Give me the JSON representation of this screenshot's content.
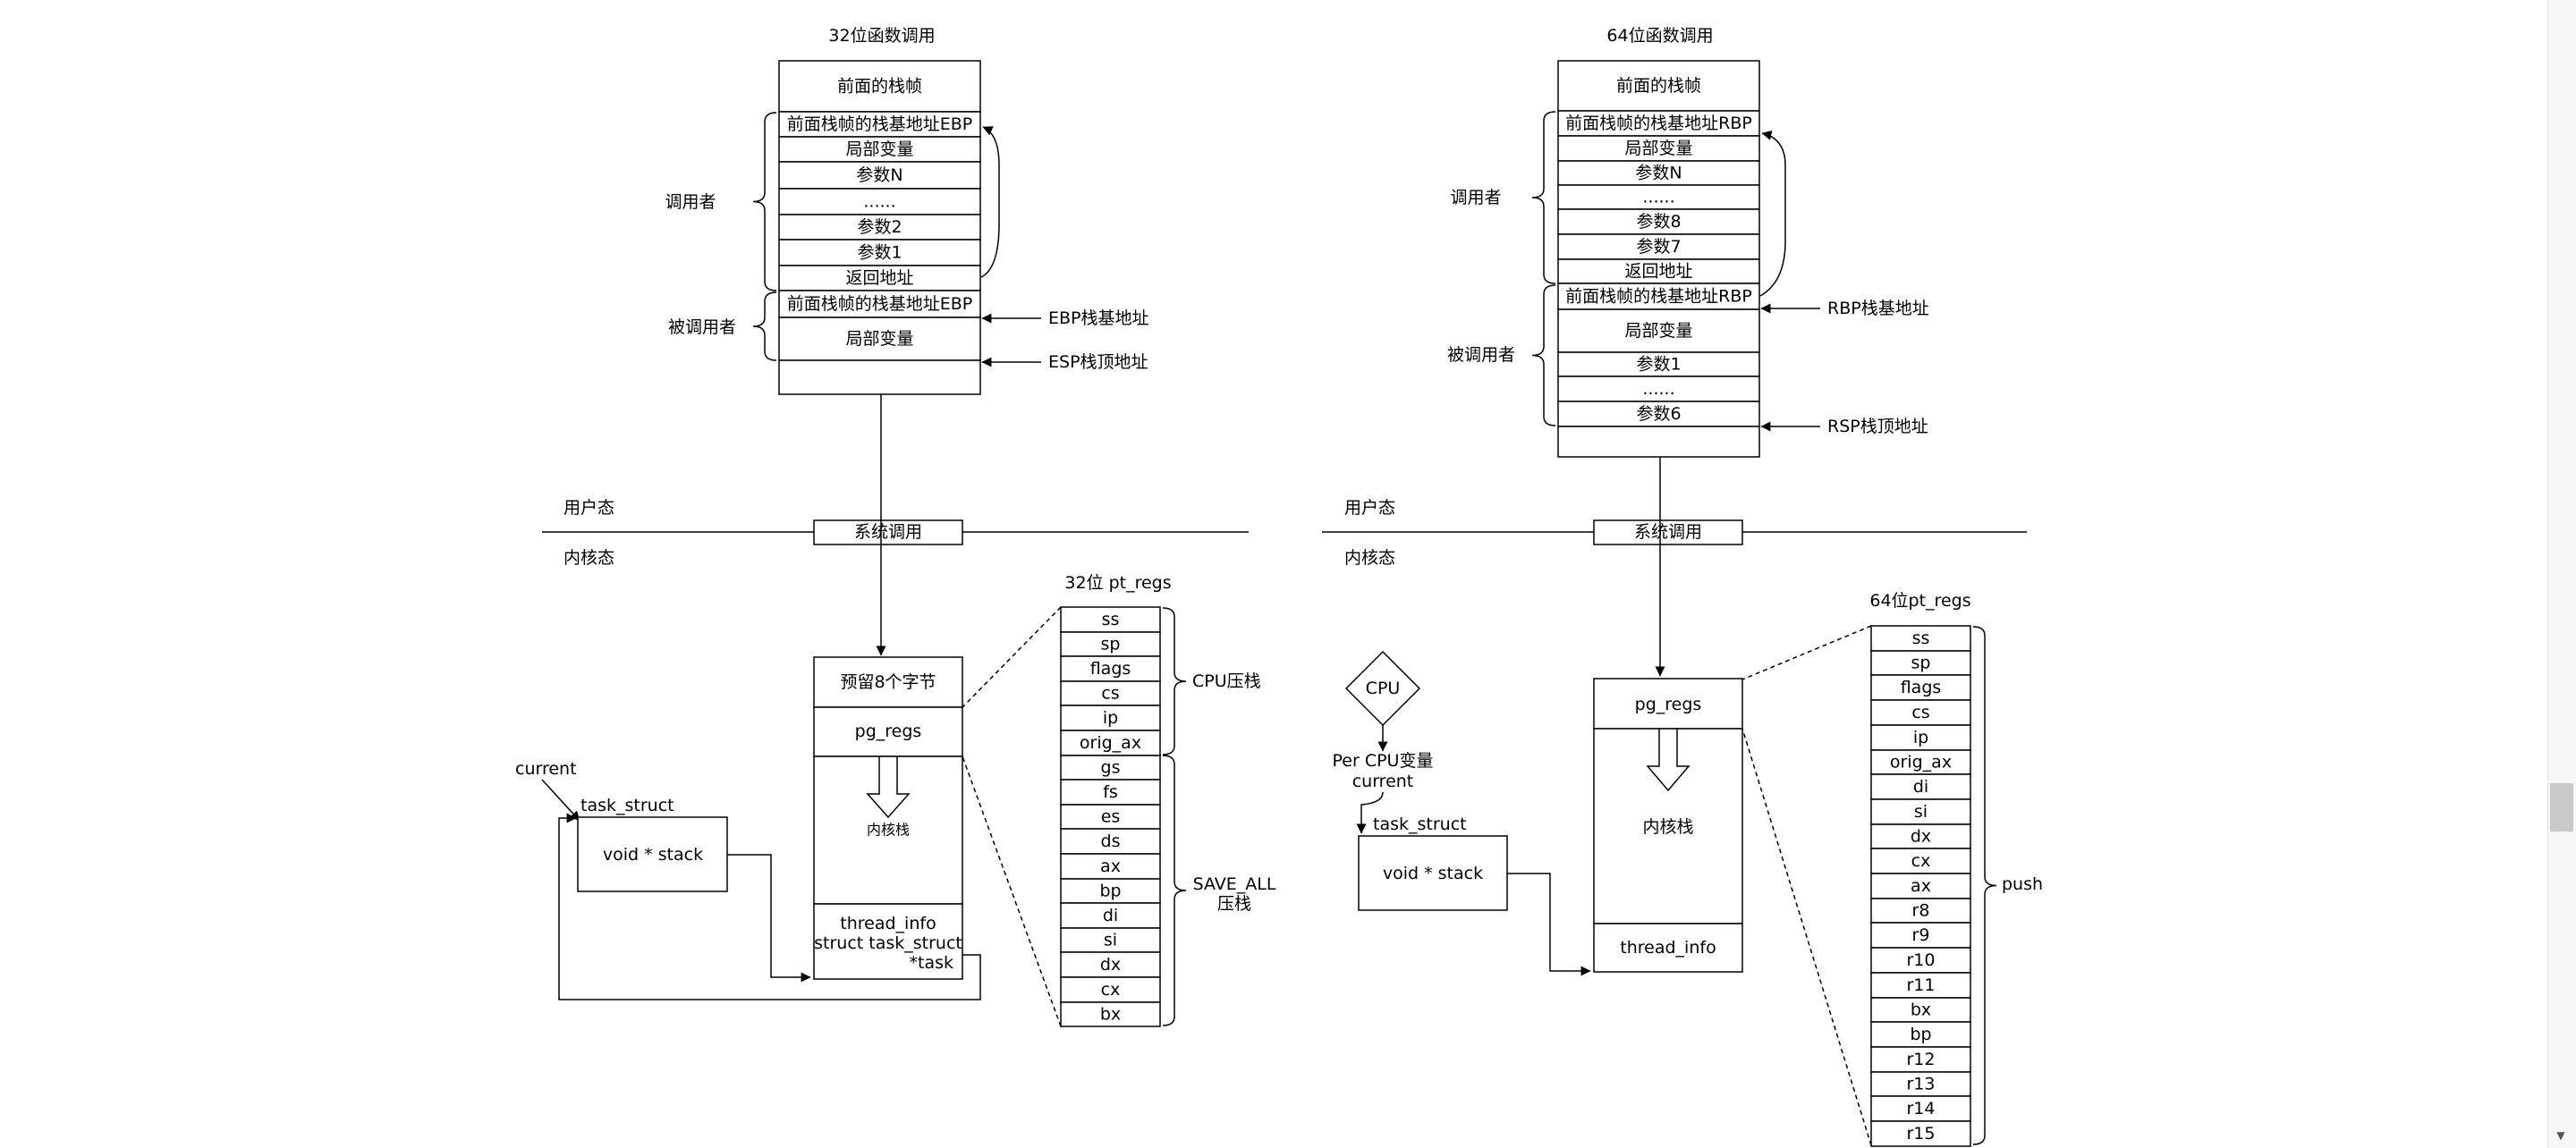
{
  "left": {
    "title": "32位函数调用",
    "stack": [
      "前面的栈帧",
      "前面栈帧的栈基地址EBP",
      "局部变量",
      "参数N",
      "......",
      "参数2",
      "参数1",
      "返回地址",
      "前面栈帧的栈基地址EBP",
      "局部变量",
      ""
    ],
    "caller_label": "调用者",
    "callee_label": "被调用者",
    "ebp_label": "EBP栈基地址",
    "esp_label": "ESP栈顶地址",
    "user_mode": "用户态",
    "kernel_mode": "内核态",
    "syscall": "系统调用",
    "kstack": {
      "reserve": "预留8个字节",
      "pg_regs": "pg_regs",
      "kernel_stack": "内核栈",
      "thread_info_lines": [
        "thread_info",
        "struct task_struct",
        "*task"
      ]
    },
    "current": "current",
    "task_struct": "task_struct",
    "void_stack": "void * stack",
    "pt_regs_title": "32位 pt_regs",
    "pt_regs": [
      "ss",
      "sp",
      "flags",
      "cs",
      "ip",
      "orig_ax",
      "gs",
      "fs",
      "es",
      "ds",
      "ax",
      "bp",
      "di",
      "si",
      "dx",
      "cx",
      "bx"
    ],
    "cpu_push_label": "CPU压栈",
    "save_all_lines": [
      "SAVE_ALL",
      "压栈"
    ]
  },
  "right": {
    "title": "64位函数调用",
    "stack": [
      "前面的栈帧",
      "前面栈帧的栈基地址RBP",
      "局部变量",
      "参数N",
      "......",
      "参数8",
      "参数7",
      "返回地址",
      "前面栈帧的栈基地址RBP",
      "局部变量",
      "参数1",
      "......",
      "参数6",
      ""
    ],
    "caller_label": "调用者",
    "callee_label": "被调用者",
    "rbp_label": "RBP栈基地址",
    "rsp_label": "RSP栈顶地址",
    "user_mode": "用户态",
    "kernel_mode": "内核态",
    "syscall": "系统调用",
    "cpu": "CPU",
    "per_cpu_lines": [
      "Per CPU变量",
      "current"
    ],
    "task_struct": "task_struct",
    "void_stack": "void * stack",
    "kstack": {
      "pg_regs": "pg_regs",
      "kernel_stack": "内核栈",
      "thread_info": "thread_info"
    },
    "pt_regs_title": "64位pt_regs",
    "pt_regs": [
      "ss",
      "sp",
      "flags",
      "cs",
      "ip",
      "orig_ax",
      "di",
      "si",
      "dx",
      "cx",
      "ax",
      "r8",
      "r9",
      "r10",
      "r11",
      "bx",
      "bp",
      "r12",
      "r13",
      "r14",
      "r15"
    ],
    "push_label": "push"
  }
}
